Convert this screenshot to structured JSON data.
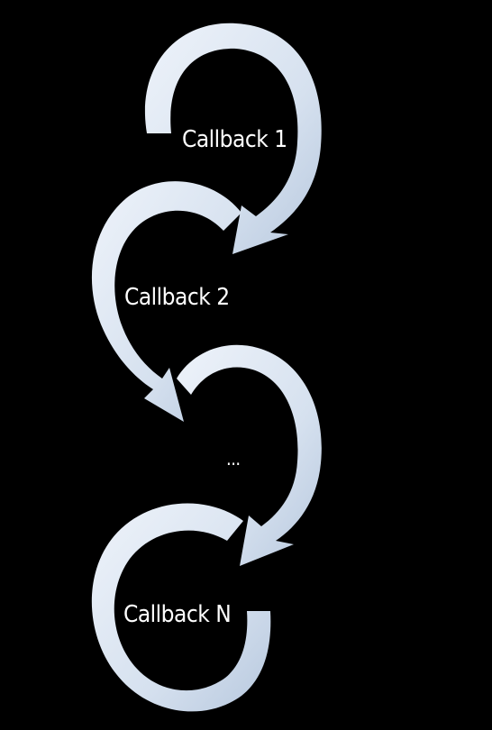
{
  "colors": {
    "background": "#000000",
    "arrow_fill": "#dce6f2",
    "arrow_shade": "#a9bbd3",
    "text": "#ffffff"
  },
  "nodes": [
    {
      "id": "callback-1",
      "label": "Callback 1"
    },
    {
      "id": "callback-2",
      "label": "Callback 2"
    },
    {
      "id": "ellipsis",
      "label": "..."
    },
    {
      "id": "callback-n",
      "label": "Callback N"
    }
  ]
}
